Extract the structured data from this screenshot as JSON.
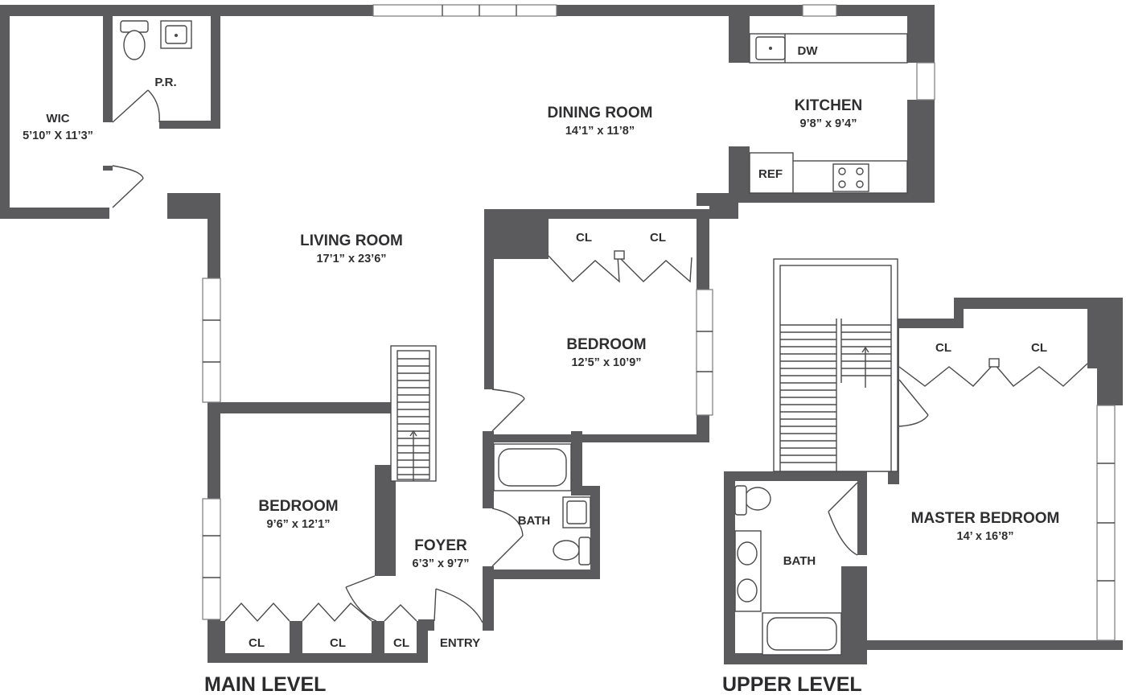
{
  "levels": {
    "main": "MAIN LEVEL",
    "upper": "UPPER LEVEL"
  },
  "rooms": {
    "wic": {
      "name": "WIC",
      "dims": "5’10” X 11’3”"
    },
    "powder": {
      "name": "P.R."
    },
    "dining": {
      "name": "DINING ROOM",
      "dims": "14’1” x 11’8”"
    },
    "kitchen": {
      "name": "KITCHEN",
      "dims": "9’8” x 9’4”"
    },
    "living": {
      "name": "LIVING ROOM",
      "dims": "17’1” x 23’6”"
    },
    "bedroom_center": {
      "name": "BEDROOM",
      "dims": "12’5” x 10’9”"
    },
    "bedroom_left": {
      "name": "BEDROOM",
      "dims": "9’6” x 12’1”"
    },
    "foyer": {
      "name": "FOYER",
      "dims": "6’3” x 9’7”"
    },
    "bath_main": {
      "name": "BATH"
    },
    "master": {
      "name": "MASTER BEDROOM",
      "dims": "14’ x 16’8”"
    },
    "bath_upper": {
      "name": "BATH"
    }
  },
  "labels": {
    "dw": "DW",
    "ref": "REF",
    "entry": "ENTRY",
    "closet": "CL"
  },
  "colors": {
    "wall": "#5b5b5d",
    "text": "#2f2f31",
    "background": "#ffffff"
  }
}
